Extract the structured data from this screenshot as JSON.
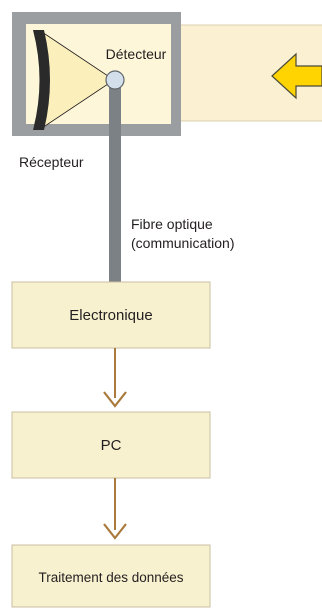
{
  "labels": {
    "detector": "Détecteur",
    "receiver": "Récepteur",
    "fiber_line1": "Fibre optique",
    "fiber_line2": "(communication)",
    "electronics": "Electronique",
    "pc": "PC",
    "data_processing": "Traitement des données"
  },
  "colors": {
    "receiver_frame": "#9b9ea1",
    "receiver_inner": "#fdf6d9",
    "beam": "#fbf1d2",
    "cone": "#fbefbc",
    "mirror": "#2a2a2a",
    "detector": "#d3e0ec",
    "fiber": "#7c8185",
    "box_fill": "#f8f1cf",
    "box_border": "#c9bfa2",
    "arrow": "#a97a3c",
    "signal_arrow": "#ffd400"
  },
  "icons": {
    "incoming_signal": "arrow-left-icon",
    "flow_arrow": "arrow-down-icon"
  }
}
